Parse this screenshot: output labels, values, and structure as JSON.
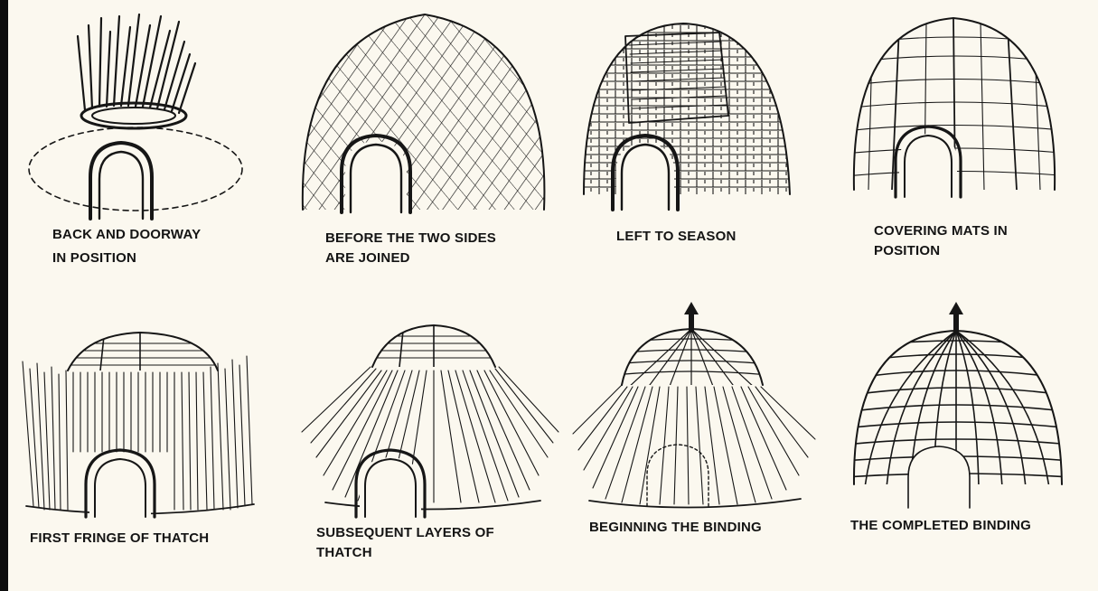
{
  "panels": [
    {
      "caption_1": "BACK AND DOORWAY",
      "caption_2": "IN POSITION"
    },
    {
      "caption_1": "BEFORE THE TWO SIDES",
      "caption_2": "ARE JOINED"
    },
    {
      "caption_1": "LEFT TO SEASON"
    },
    {
      "caption_1": "COVERING MATS IN",
      "caption_2": "POSITION"
    },
    {
      "caption_1": "FIRST FRINGE OF THATCH"
    },
    {
      "caption_1": "SUBSEQUENT LAYERS OF",
      "caption_2": "THATCH"
    },
    {
      "caption_1": "BEGINNING THE BINDING"
    },
    {
      "caption_1": "THE COMPLETED BINDING"
    }
  ],
  "colors": {
    "paper": "#fbf8ef",
    "ink": "#161616",
    "border": "#0e0e0e"
  }
}
